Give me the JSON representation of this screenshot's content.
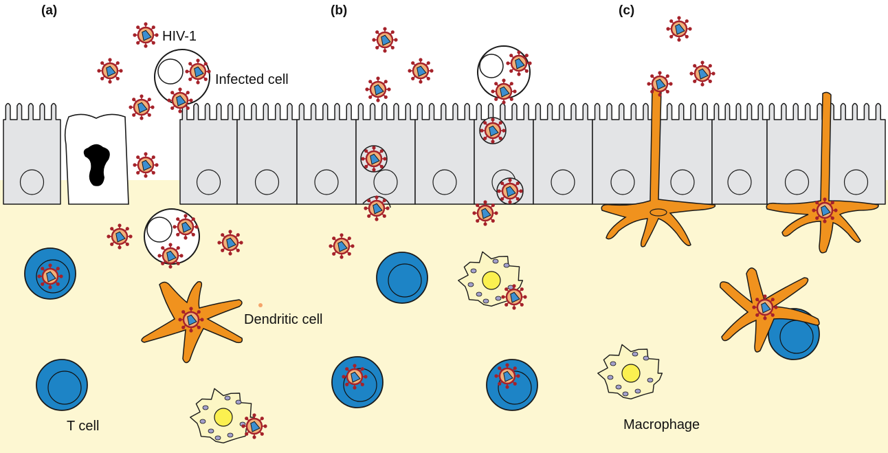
{
  "panels": {
    "a": "(a)",
    "b": "(b)",
    "c": "(c)"
  },
  "labels": {
    "hiv": "HIV-1",
    "infected_cell": "Infected cell",
    "dendritic_cell": "Dendritic cell",
    "t_cell": "T cell",
    "macrophage": "Macrophage"
  },
  "colors": {
    "lumen": "#ffffff",
    "tissue": "#fdf7d2",
    "epithelial_cell": "#e3e4e6",
    "virus_envelope": "#f1b07a",
    "virus_outline": "#a5222a",
    "virus_core": "#3c8fd0",
    "t_cell": "#1d84c6",
    "dendritic_cell": "#f0921e",
    "macrophage": "#fcf6c4",
    "macrophage_nucleus": "#fbf050",
    "macrophage_granule": "#a3a0cc"
  }
}
